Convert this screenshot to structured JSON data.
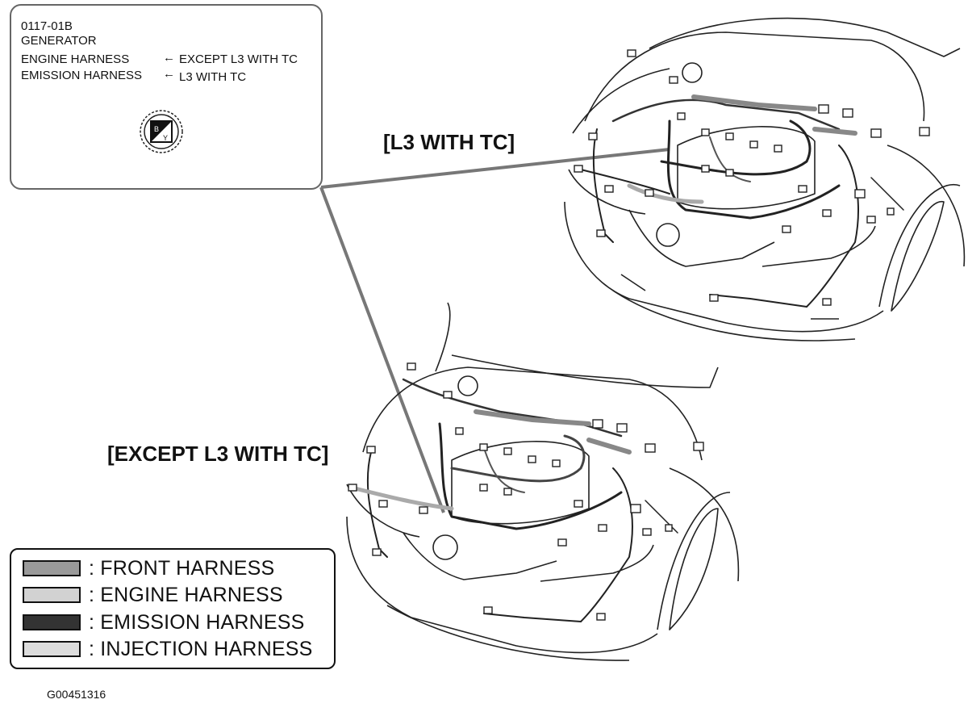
{
  "callout": {
    "connector_code": "0117-01B",
    "component": "GENERATOR",
    "line1_harness": "ENGINE HARNESS",
    "line1_variant": "EXCEPT L3 WITH TC",
    "line2_harness": "EMISSION HARNESS",
    "line2_variant": "L3 WITH TC",
    "arrow": "←",
    "terminals": [
      "B",
      "Y"
    ]
  },
  "variants": {
    "top": "[L3 WITH TC]",
    "bottom": "[EXCEPT L3 WITH TC]"
  },
  "legend": {
    "items": [
      {
        "label": ": FRONT HARNESS",
        "color": "#9a9a9a"
      },
      {
        "label": ": ENGINE HARNESS",
        "color": "#d2d2d2"
      },
      {
        "label": ": EMISSION HARNESS",
        "color": "#333333"
      },
      {
        "label": ": INJECTION HARNESS",
        "color": "#dcdcdc"
      }
    ]
  },
  "figure_id": "G00451316"
}
